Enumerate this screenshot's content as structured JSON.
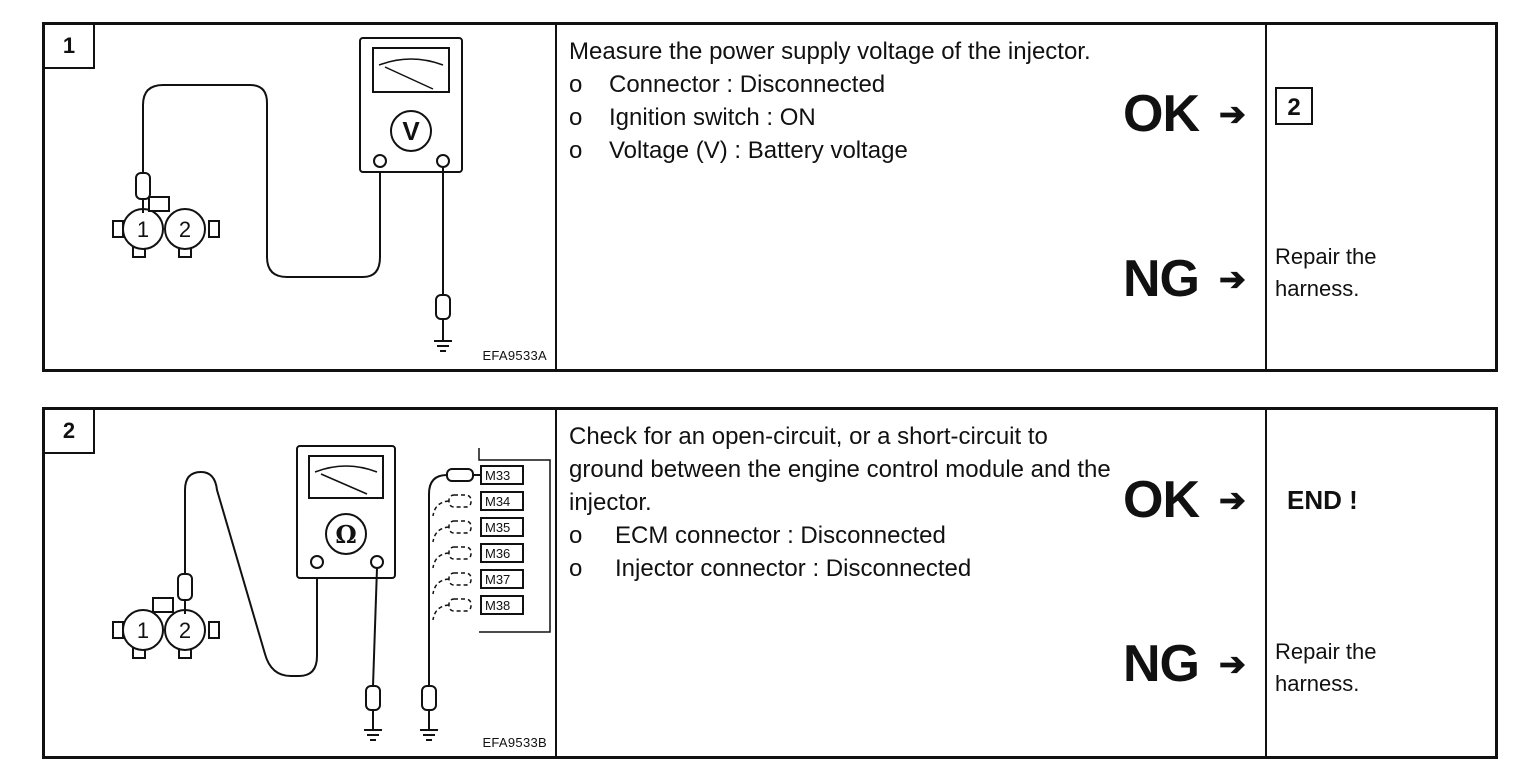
{
  "steps": [
    {
      "number": "1",
      "figure_code": "EFA9533A",
      "meter_symbol": "V",
      "connector_pins": [
        "1",
        "2"
      ],
      "instruction": "Measure the power supply voltage of the injector.",
      "bullet_marker": "o",
      "conditions": [
        "Connector : Disconnected",
        "Ignition switch : ON",
        "Voltage (V) : Battery voltage"
      ],
      "ok_label": "OK",
      "ok_next": "2",
      "ng_label": "NG",
      "ng_action": "Repair the harness."
    },
    {
      "number": "2",
      "figure_code": "EFA9533B",
      "meter_symbol": "Ω",
      "connector_pins": [
        "1",
        "2"
      ],
      "ecm_pins": [
        "M33",
        "M34",
        "M35",
        "M36",
        "M37",
        "M38"
      ],
      "instruction": "Check for an open-circuit, or a short-circuit to ground between the engine control module and the injector.",
      "bullet_marker": "o",
      "conditions": [
        "ECM connector : Disconnected",
        "Injector connector : Disconnected"
      ],
      "ok_label": "OK",
      "ok_result": "END !",
      "ng_label": "NG",
      "ng_action": "Repair the harness."
    }
  ],
  "arrow_glyph": "➔"
}
